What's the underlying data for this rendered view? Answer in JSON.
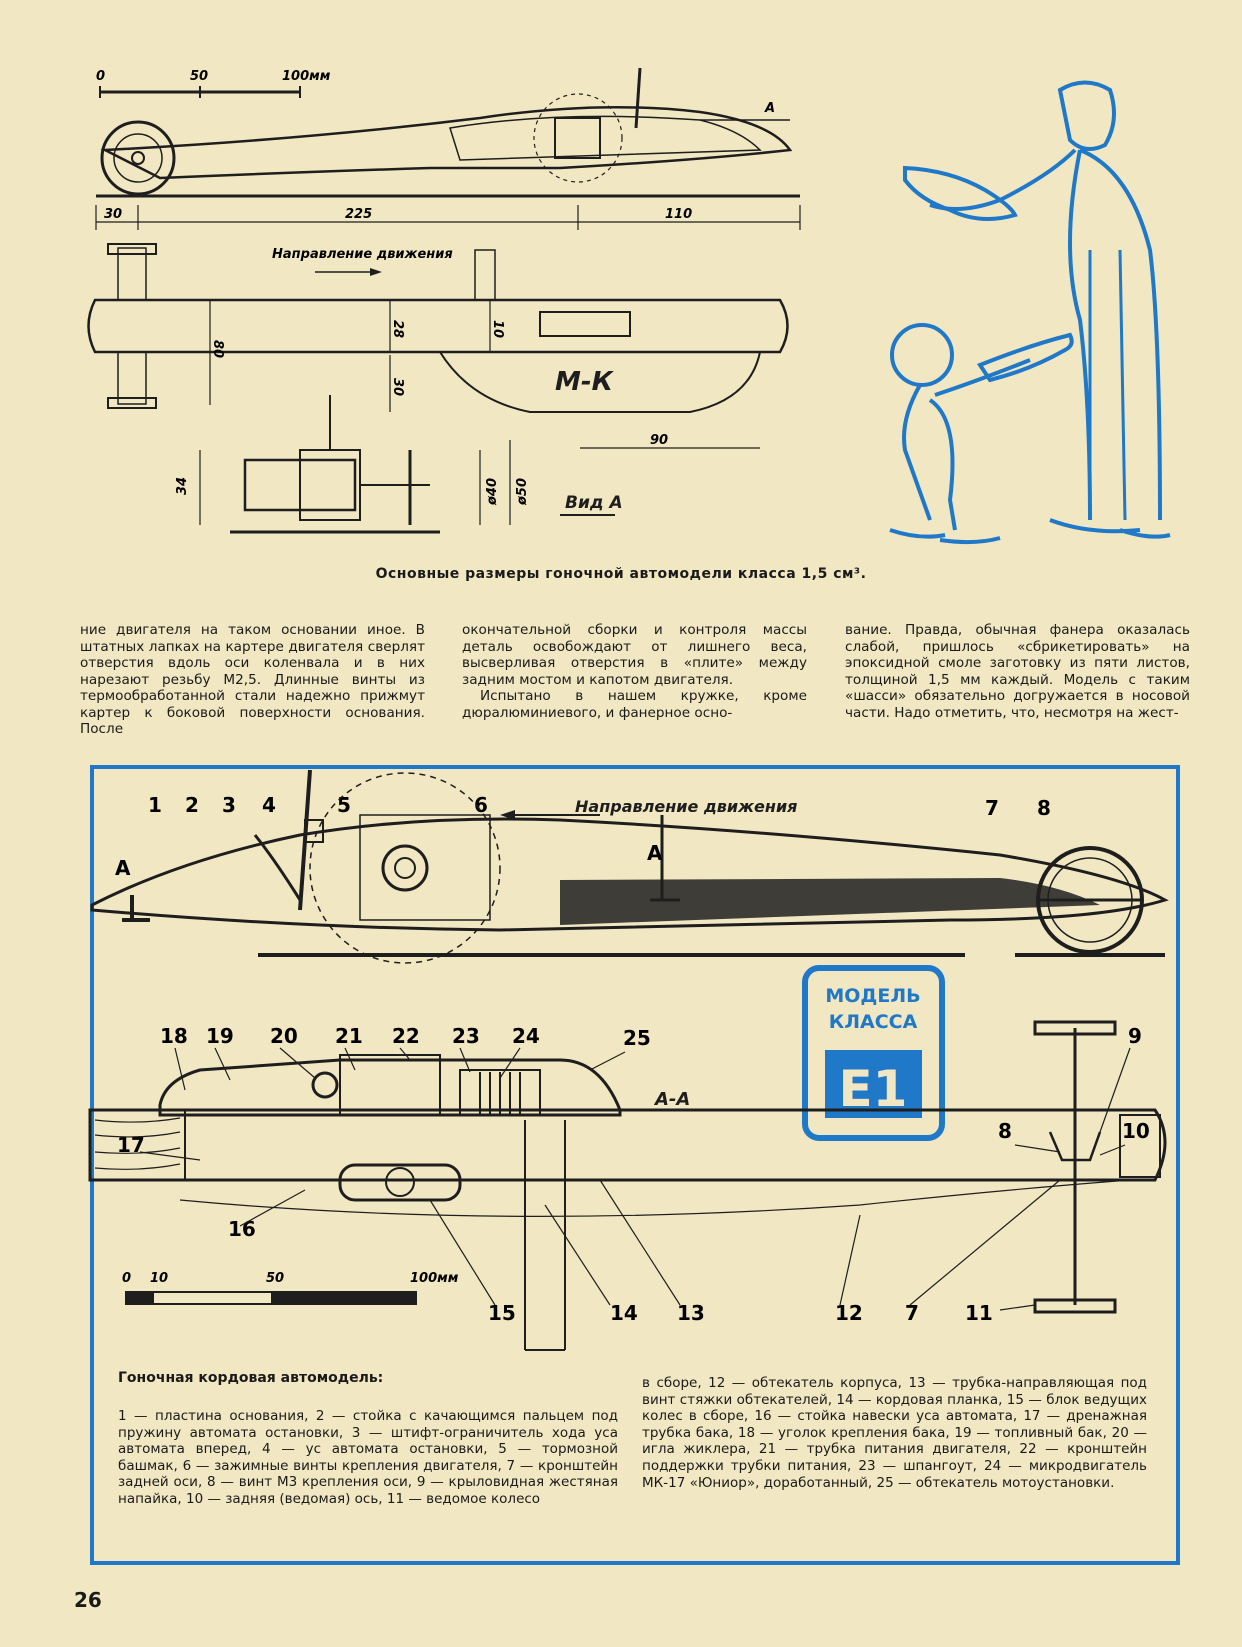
{
  "page_number": "26",
  "top_drawing": {
    "scale_labels": [
      "0",
      "50",
      "100мм"
    ],
    "view_marker": "А",
    "dimensions_bottom": [
      "30",
      "225",
      "110"
    ],
    "direction_label": "Направление движения",
    "dimensions_plan": [
      "80",
      "28",
      "10",
      "30",
      "90"
    ],
    "badge_text": "М-К",
    "view_a_dimensions": [
      "34",
      "ø40",
      "ø50"
    ],
    "view_a_label": "Вид А"
  },
  "top_caption": "Основные размеры гоночной автомодели класса 1,5 см³.",
  "columns": [
    "ние двигателя на таком основании иное. В штатных лапках на картере двигателя сверлят отверстия вдоль оси коленвала и в них нарезают резьбу М2,5. Длинные винты из термообработанной стали надежно прижмут картер к боковой поверхности основания. После",
    "окончательной сборки и контроля массы деталь освобождают от лишнего веса, высверливая отверстия в «плите» между задним мостом и капотом двигателя.",
    "Испытано в нашем кружке, кроме дюралюминиевого, и фанерное осно-",
    "вание. Правда, обычная фанера оказалась слабой, пришлось «сбрикетировать» на эпоксидной смоле заготовку из пяти листов, толщиной 1,5 мм каждый. Модель с таким «шасси» обязательно догружается в носовой части. Надо отметить, что, несмотря на жест-"
  ],
  "main_drawing": {
    "direction_label": "Направление движения",
    "section_marker": "А",
    "section_label": "А-А",
    "numbers_top": [
      "1",
      "2",
      "3",
      "4",
      "5",
      "6",
      "7",
      "8"
    ],
    "numbers_section": [
      "18",
      "19",
      "20",
      "21",
      "22",
      "23",
      "24",
      "25",
      "17",
      "16",
      "15",
      "14",
      "13",
      "12",
      "7",
      "11",
      "9",
      "8",
      "10"
    ],
    "scale_labels": [
      "0",
      "10",
      "50",
      "100мм"
    ],
    "badge": {
      "line1": "МОДЕЛЬ",
      "line2": "КЛАССА",
      "line3": "Е1",
      "color": "#1f78c8"
    }
  },
  "legend": {
    "title": "Гоночная кордовая автомодель:",
    "left": "1 — пластина основания, 2 — стойка с качающимся пальцем под пружину автомата остановки, 3 — штифт-ограничитель хода уса автомата вперед, 4 — ус автомата остановки, 5 — тормозной башмак, 6 — зажимные винты крепления двигателя, 7 — кронштейн задней оси, 8 — винт М3 крепления оси, 9 — крыловидная жестяная напайка, 10 — задняя (ведомая) ось, 11 — ведомое колесо",
    "right": "в сборе, 12 — обтекатель корпуса, 13 — трубка-направляющая под винт стяжки обтекателей, 14 — кордовая планка, 15 — блок ведущих колес в сборе, 16 — стойка навески уса автомата, 17 — дренажная трубка бака, 18 — уголок крепления бака, 19 — топливный бак, 20 — игла жиклера, 21 — трубка питания двигателя, 22 — кронштейн поддержки трубки питания, 23 — шпангоут, 24 — микродвигатель МК-17 «Юниор», доработанный, 25 — обтекатель мотоустановки."
  },
  "colors": {
    "paper": "#f1e7c3",
    "ink": "#1e1e1e",
    "blue": "#1f78c8"
  }
}
